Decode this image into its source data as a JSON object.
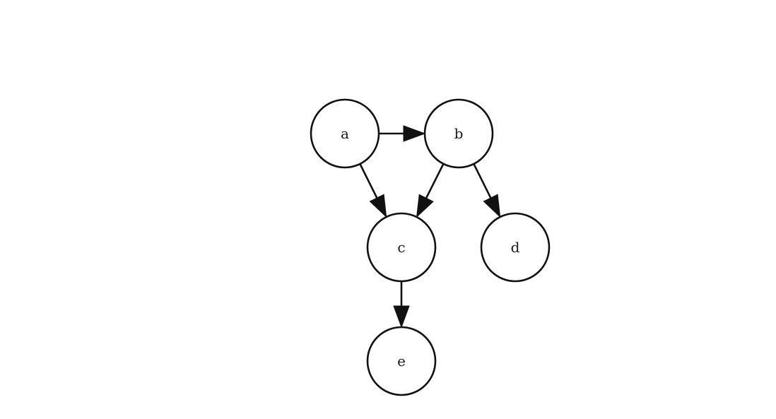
{
  "diagram": {
    "type": "directed-graph",
    "nodes": [
      {
        "id": "a",
        "label": "a"
      },
      {
        "id": "b",
        "label": "b"
      },
      {
        "id": "c",
        "label": "c"
      },
      {
        "id": "d",
        "label": "d"
      },
      {
        "id": "e",
        "label": "e"
      }
    ],
    "edges": [
      {
        "from": "a",
        "to": "b"
      },
      {
        "from": "a",
        "to": "c"
      },
      {
        "from": "b",
        "to": "c"
      },
      {
        "from": "b",
        "to": "d"
      },
      {
        "from": "c",
        "to": "e"
      }
    ],
    "colors": {
      "stroke": "#111111",
      "fill": "#ffffff",
      "text": "#1a1a1a"
    }
  }
}
